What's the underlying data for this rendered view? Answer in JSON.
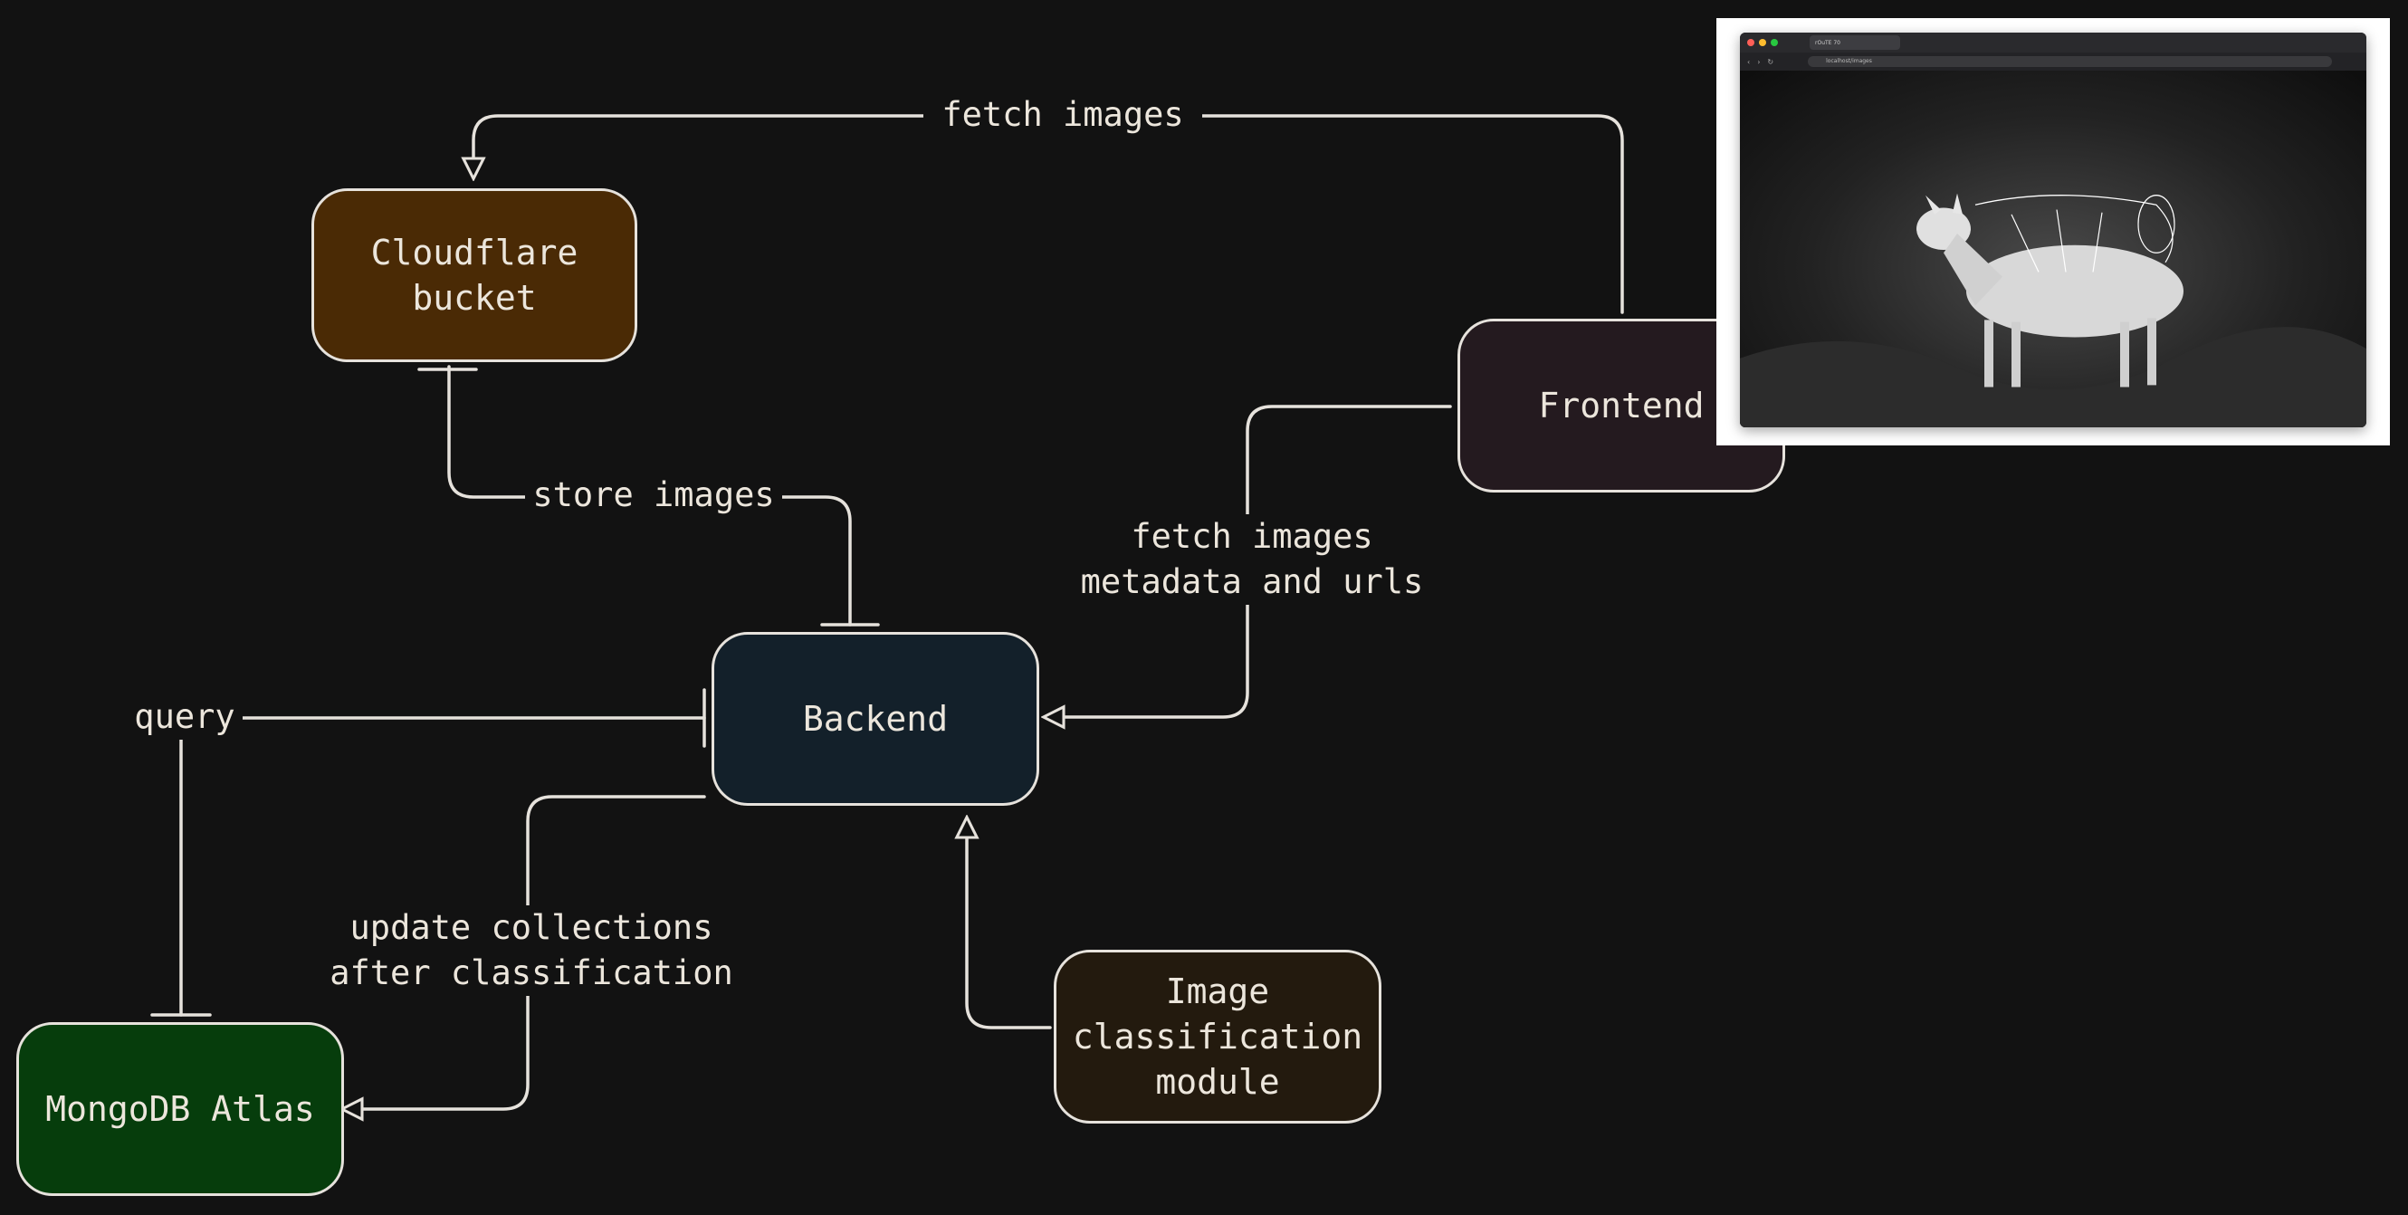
{
  "diagram": {
    "background": "#121212",
    "nodes": {
      "cloudflare": {
        "label": "Cloudflare\nbucket",
        "fill": "#4a2a05"
      },
      "frontend": {
        "label": "Frontend",
        "fill": "#241a1f"
      },
      "backend": {
        "label": "Backend",
        "fill": "#13202a"
      },
      "mongodb": {
        "label": "MongoDB Atlas",
        "fill": "#063d0c"
      },
      "classifier": {
        "label": "Image\nclassification\nmodule",
        "fill": "#231a0e"
      }
    },
    "edges": {
      "fetch_images_top": {
        "label": "fetch images"
      },
      "store_images": {
        "label": "store images"
      },
      "fetch_metadata": {
        "label": "fetch images\nmetadata and urls"
      },
      "query": {
        "label": "query"
      },
      "update_collections": {
        "label": "update collections\nafter classification"
      }
    }
  },
  "screenshot": {
    "tab_title": "rOuTE 70",
    "url": "localhost/images"
  }
}
